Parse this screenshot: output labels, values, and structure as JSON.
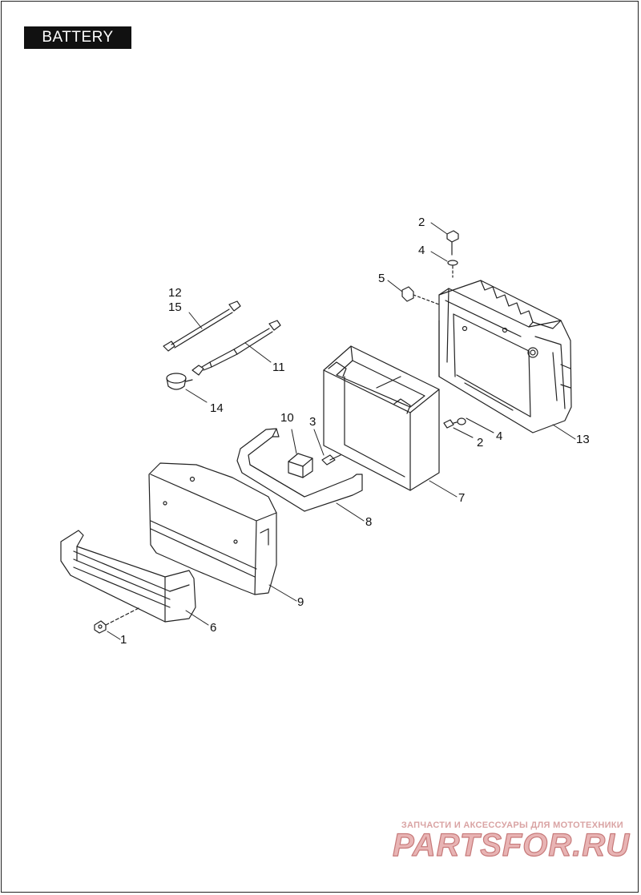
{
  "title": "BATTERY",
  "callouts": {
    "c2_top": "2",
    "c4_top": "4",
    "c5": "5",
    "c12": "12",
    "c15": "15",
    "c11": "11",
    "c14": "14",
    "c10": "10",
    "c3": "3",
    "c2_right": "2",
    "c4_right": "4",
    "c13": "13",
    "c7": "7",
    "c8": "8",
    "c9": "9",
    "c6": "6",
    "c1": "1"
  },
  "watermark": {
    "line1": "ЗАПЧАСТИ И АКСЕССУАРЫ ДЛЯ МОТОТЕХНИКИ",
    "logo_text": "PARTSFOR.RU"
  },
  "colors": {
    "line": "#222222",
    "title_bg": "#111111",
    "title_fg": "#ffffff",
    "watermark": "#d9a3a3"
  }
}
